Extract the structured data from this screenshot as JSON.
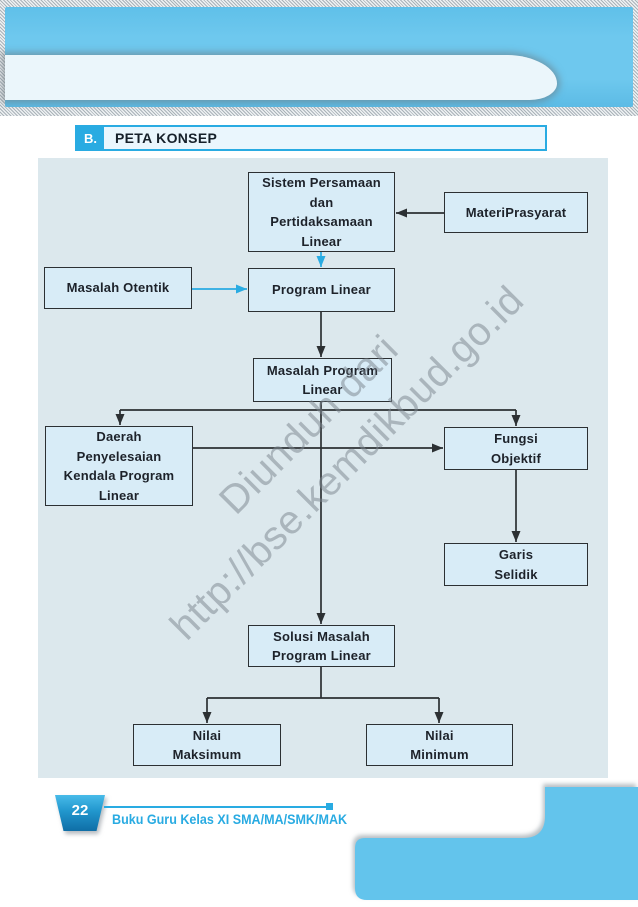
{
  "section": {
    "label": "B.",
    "title": "PETA KONSEP"
  },
  "diagram": {
    "nodes": {
      "sistem": "Sistem Persamaan\ndan\nPertidaksamaan\nLinear",
      "materi": "MateriPrasyarat",
      "otentik": "Masalah Otentik",
      "program": "Program Linear",
      "masalah_program": "Masalah Program\nLinear",
      "daerah": "Daerah\nPenyelesaian\nKendala Program\nLinear",
      "fungsi": "Fungsi\nObjektif",
      "garis": "Garis\nSelidik",
      "solusi": "Solusi Masalah\nProgram Linear",
      "maksimum": "Nilai\nMaksimum",
      "minimum": "Nilai\nMinimum"
    }
  },
  "watermark": {
    "line1": "Diunduh dari",
    "line2": "http://bse.kemdikbud.go.id"
  },
  "footer": {
    "page_number": "22",
    "book_title": "Buku Guru Kelas XI SMA/MA/SMK/MAK"
  },
  "colors": {
    "accent_cyan": "#29abe2",
    "header_blue": "#68c5ec",
    "panel_bg": "#dce8ed",
    "node_bg": "#d8ecf7",
    "node_border": "#2c3033",
    "node_text": "#1d222a",
    "watermark_gray": "#7d878f"
  }
}
